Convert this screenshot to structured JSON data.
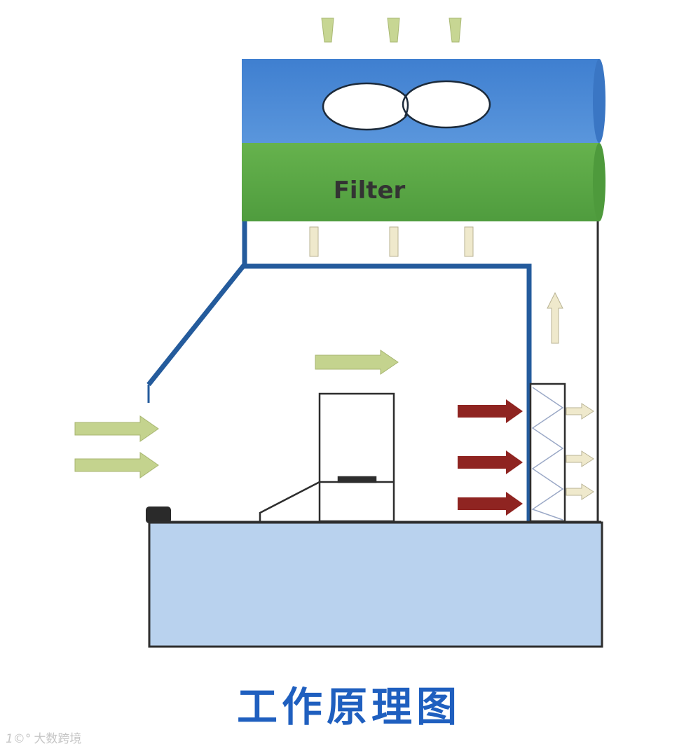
{
  "diagram": {
    "filter_label": "Filter",
    "caption": "工作原理图"
  },
  "watermark": {
    "logo_text": "1©°",
    "text": "大数跨境"
  },
  "colors": {
    "fan_box_top": "#4a86d2",
    "filter_band": "#5eaa45",
    "frame_blue": "#245b9c",
    "base": "#b9d2ee",
    "intake_arrow": "#c4d38e",
    "exhaust_arrow": "#e9e4c4",
    "contaminated_arrow": "#8f2421",
    "caption": "#1f5fbf"
  },
  "icons": [
    "fan-blade-icon",
    "intake-arrow-icon",
    "airflow-arrow-icon",
    "exhaust-arrow-icon",
    "contaminated-air-arrow-icon"
  ]
}
